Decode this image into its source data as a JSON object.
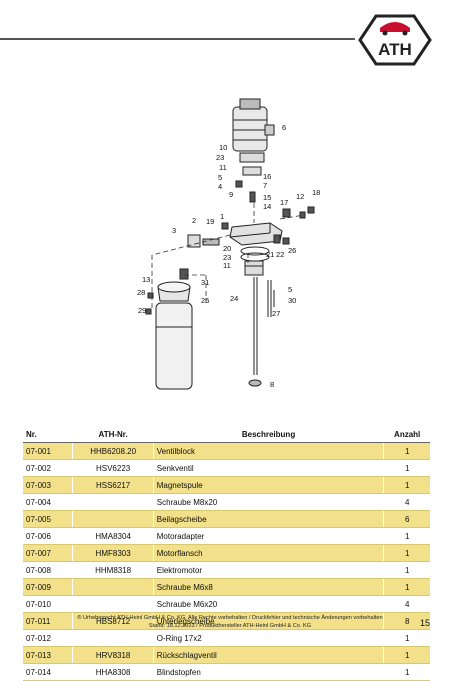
{
  "header": {
    "logo_text": "ATH",
    "brand_color": "#c8102e"
  },
  "diagram": {
    "callouts": [
      "1",
      "2",
      "3",
      "4",
      "5",
      "5",
      "6",
      "7",
      "8",
      "9",
      "10",
      "11",
      "11",
      "12",
      "13",
      "14",
      "15",
      "16",
      "17",
      "18",
      "19",
      "20",
      "21",
      "22",
      "23",
      "23",
      "24",
      "25",
      "26",
      "27",
      "28",
      "29",
      "30",
      "31"
    ]
  },
  "table": {
    "headers": {
      "nr": "Nr.",
      "ath": "ATH-Nr.",
      "desc": "Beschreibung",
      "qty": "Anzahl"
    },
    "rows": [
      {
        "nr": "07-001",
        "ath": "HHB6208.20",
        "desc": "Ventilblock",
        "qty": "1"
      },
      {
        "nr": "07-002",
        "ath": "HSV6223",
        "desc": "Senkventil",
        "qty": "1"
      },
      {
        "nr": "07-003",
        "ath": "HSS6217",
        "desc": "Magnetspule",
        "qty": "1"
      },
      {
        "nr": "07-004",
        "ath": "",
        "desc": "Schraube M8x20",
        "qty": "4"
      },
      {
        "nr": "07-005",
        "ath": "",
        "desc": "Beilagscheibe",
        "qty": "6"
      },
      {
        "nr": "07-006",
        "ath": "HMA8304",
        "desc": "Motoradapter",
        "qty": "1"
      },
      {
        "nr": "07-007",
        "ath": "HMF8303",
        "desc": "Motorflansch",
        "qty": "1"
      },
      {
        "nr": "07-008",
        "ath": "HHM8318",
        "desc": "Elektromotor",
        "qty": "1"
      },
      {
        "nr": "07-009",
        "ath": "",
        "desc": "Schraube M6x8",
        "qty": "1"
      },
      {
        "nr": "07-010",
        "ath": "",
        "desc": "Schraube M6x20",
        "qty": "4"
      },
      {
        "nr": "07-011",
        "ath": "HBS8712",
        "desc": "Unterlegscheibe",
        "qty": "8"
      },
      {
        "nr": "07-012",
        "ath": "",
        "desc": "O-Ring 17x2",
        "qty": "1"
      },
      {
        "nr": "07-013",
        "ath": "HRV8318",
        "desc": "Rückschlagventil",
        "qty": "1"
      },
      {
        "nr": "07-014",
        "ath": "HHA8308",
        "desc": "Blindstopfen",
        "qty": "1"
      }
    ]
  },
  "footer": {
    "line1": "® Urheberrecht ATH-Heinl GmbH & Co. KG, Alle Rechte vorbehalten / Druckfehler und technische Änderungen vorbehalten",
    "line2": "Stand: 18.12.2023 / Produkthersteller ATH-Heinl GmbH & Co. KG"
  },
  "page_number": "15"
}
